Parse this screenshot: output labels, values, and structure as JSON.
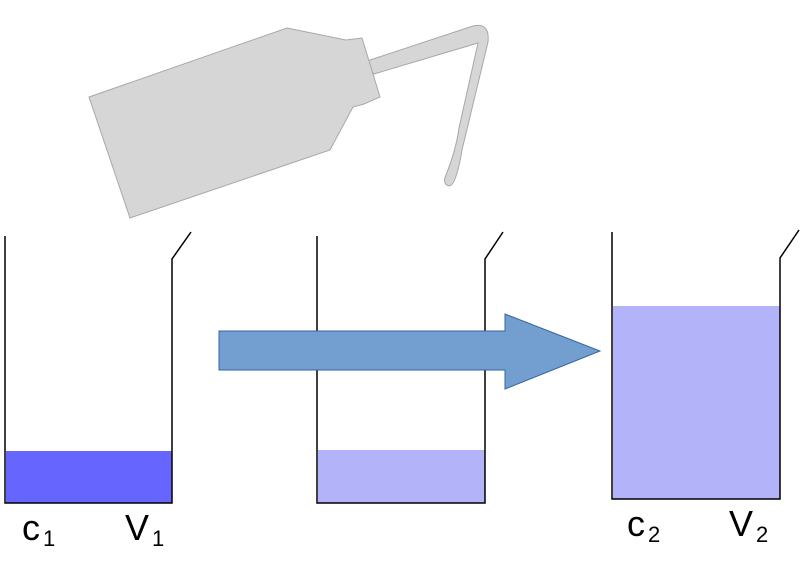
{
  "labels": {
    "left_concentration": {
      "symbol": "c",
      "sub": "1"
    },
    "left_volume": {
      "symbol": "V",
      "sub": "1"
    },
    "right_concentration": {
      "symbol": "c",
      "sub": "2"
    },
    "right_volume": {
      "symbol": "V",
      "sub": "2"
    }
  },
  "colors": {
    "wash_bottle": "#d6d6d6",
    "wash_bottle_stroke": "#a8a8a8",
    "concentrated_solution": "#6666ff",
    "dilute_solution": "#b3b3fa",
    "arrow_fill": "#729fcf",
    "arrow_stroke": "#3465a4",
    "beaker_outline": "#000000"
  },
  "icons": {
    "bottle": "wash-bottle-icon",
    "arrow": "right-arrow-icon"
  }
}
